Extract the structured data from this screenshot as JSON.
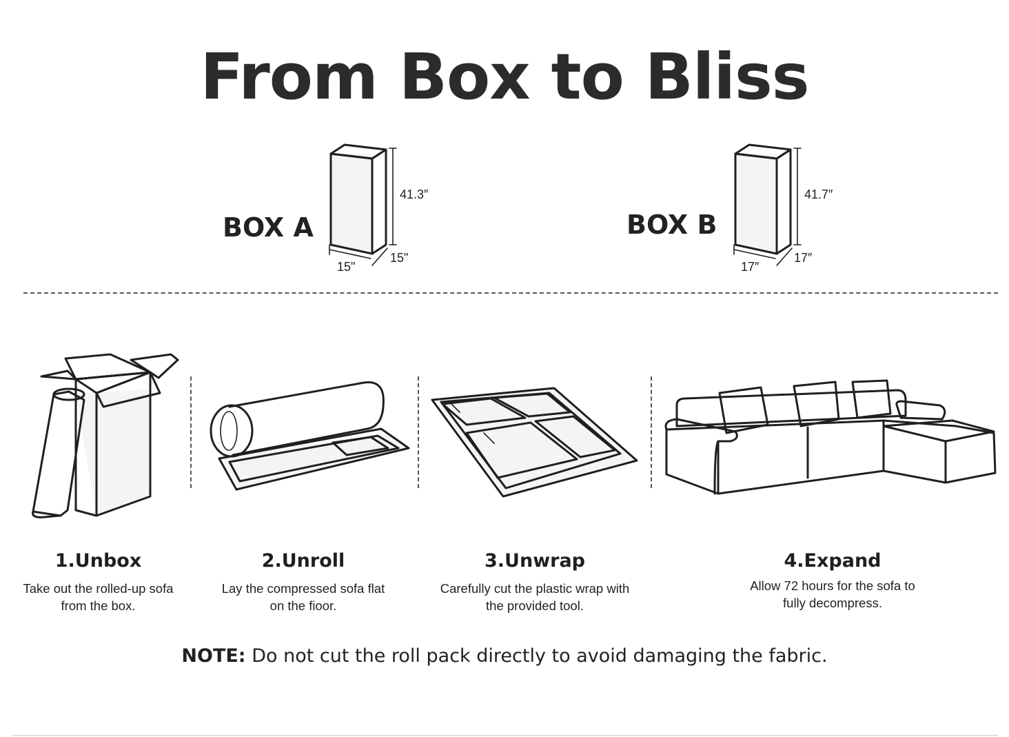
{
  "title": "From Box to Bliss",
  "boxes": [
    {
      "label": "BOX A",
      "height": "41.3″",
      "width": "15\"",
      "depth": "15\""
    },
    {
      "label": "BOX B",
      "height": "41.7″",
      "width": "17″",
      "depth": "17″"
    }
  ],
  "steps": [
    {
      "heading": "1.Unbox",
      "line1": "Take out the rolled-up sofa",
      "line2": "from the box."
    },
    {
      "heading": "2.Unroll",
      "line1": "Lay the compressed sofa flat",
      "line2": "on the fioor."
    },
    {
      "heading": "3.Unwrap",
      "line1": "Carefully cut the plastic wrap with",
      "line2": "the provided tool."
    },
    {
      "heading": "4.Expand",
      "line1": "Allow 72 hours for the sofa to",
      "line2": "fully decompress."
    }
  ],
  "note": {
    "label": "NOTE:",
    "text": " Do not cut the roll pack directly to avoid damaging the fabric."
  }
}
